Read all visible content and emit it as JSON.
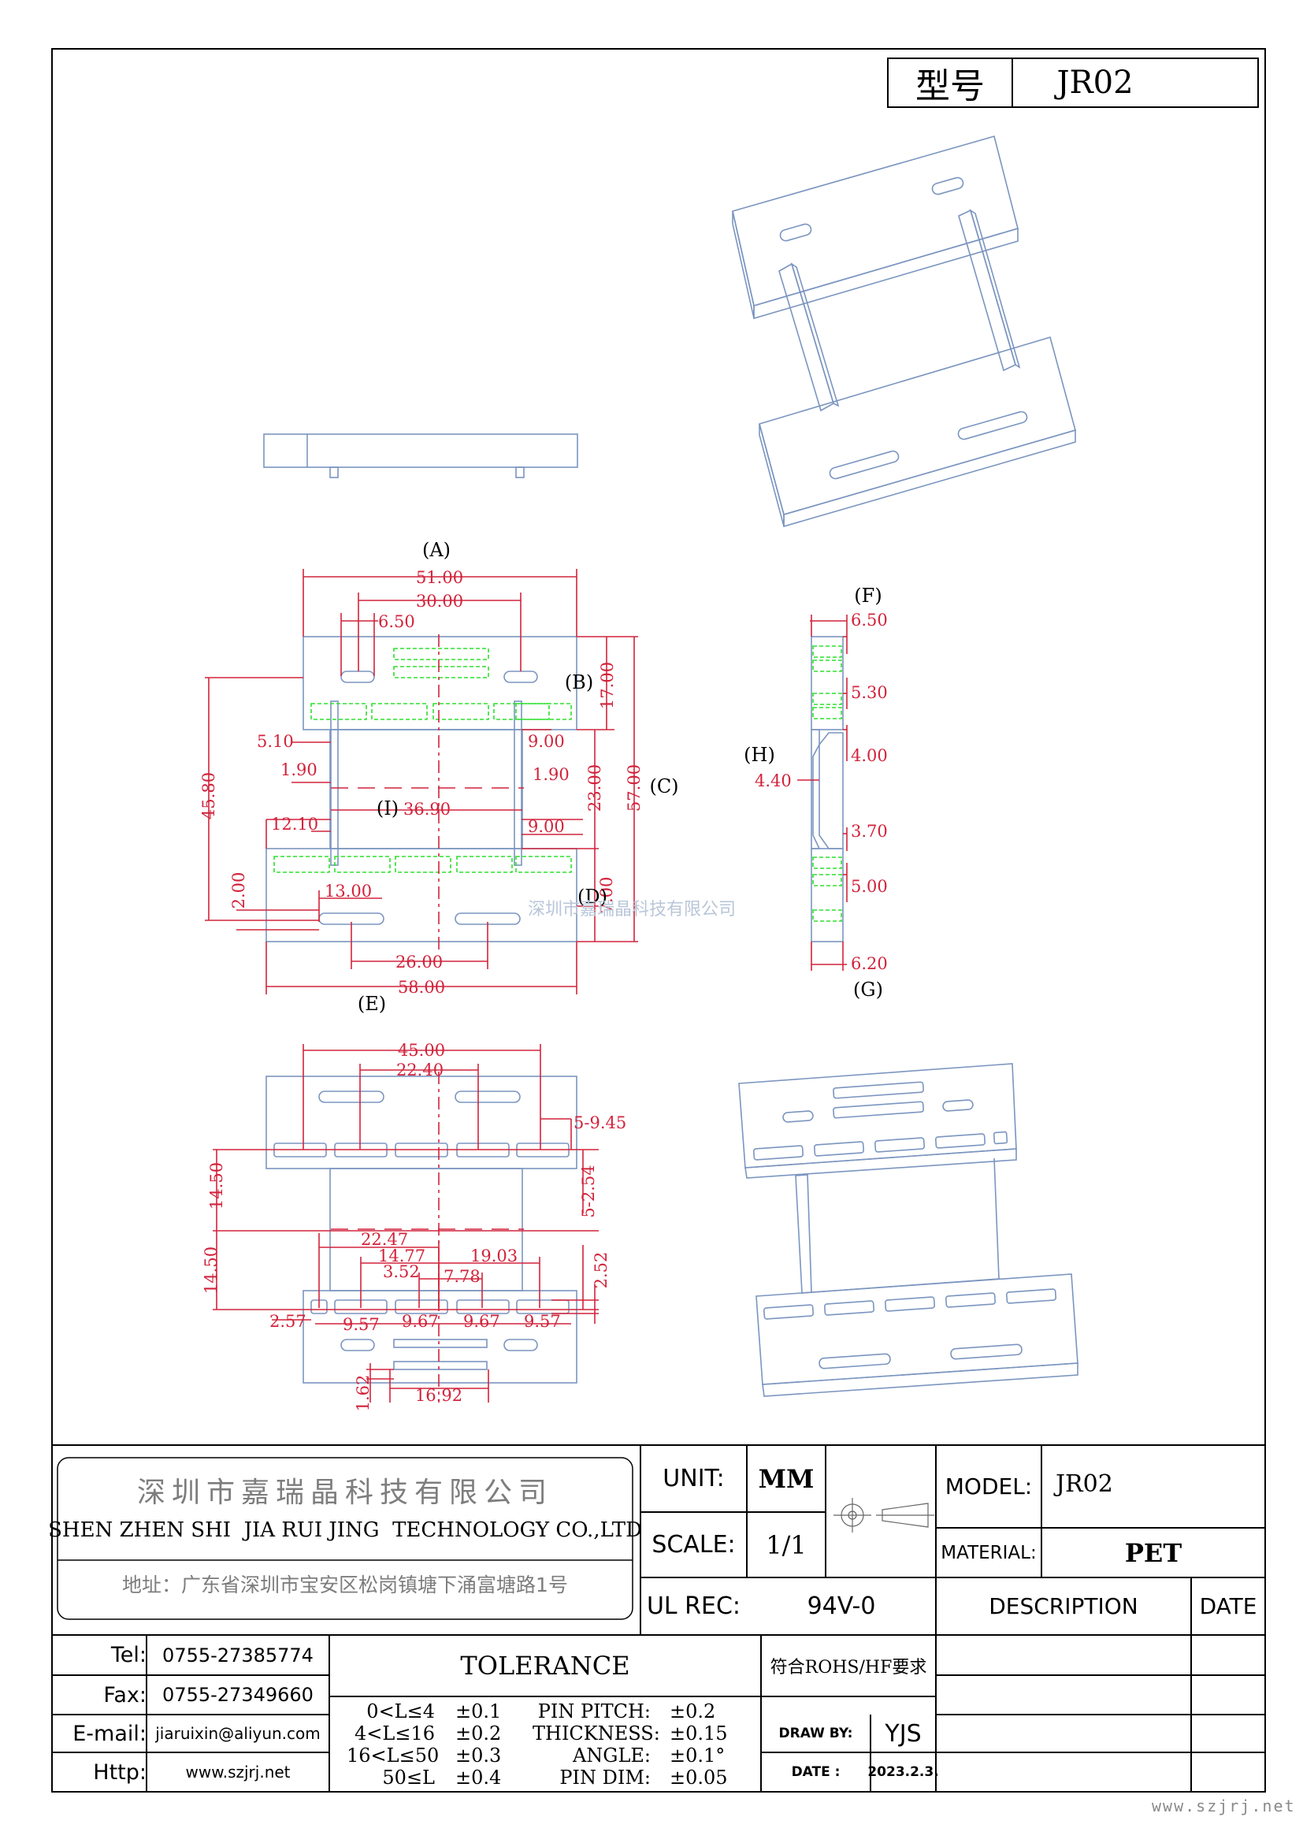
{
  "header": {
    "model_label": "型号",
    "model_value": "JR02"
  },
  "watermark": "深圳市嘉瑞晶科技有限公司",
  "corner_url": "www.szjrj.net",
  "drawing": {
    "view_labels": [
      "(A)",
      "(B)",
      "(C)",
      "(D)",
      "(E)",
      "(F)",
      "(G)",
      "(H)",
      "(I)"
    ],
    "front_dims": [
      "51.00",
      "30.00",
      "6.50",
      "17.00",
      "45.80",
      "57.00",
      "5.10",
      "9.00",
      "1.90",
      "1.90",
      "23.00",
      "36.90",
      "12.10",
      "9.00",
      "2.00",
      "7.00",
      "13.00",
      "26.00",
      "58.00"
    ],
    "side_dims": [
      "6.50",
      "5.30",
      "4.00",
      "4.40",
      "3.70",
      "5.00",
      "6.20"
    ],
    "bottom_dims": [
      "45.00",
      "22.40",
      "5-9.45",
      "14.50",
      "5-2.54",
      "14.50",
      "22.47",
      "14.77",
      "19.03",
      "3.52",
      "7.78",
      "2.52",
      "2.57",
      "9.57",
      "9.67",
      "9.67",
      "9.57",
      "1.62",
      "16.92"
    ]
  },
  "title_block": {
    "company_cn": "深圳市嘉瑞晶科技有限公司",
    "company_en": "SHEN ZHEN SHI  JIA RUI JING  TECHNOLOGY CO.,LTD",
    "address": "地址：广东省深圳市宝安区松岗镇塘下涌富塘路1号",
    "unit_label": "UNIT:",
    "unit_value": "MM",
    "scale_label": "SCALE:",
    "scale_value": "1/1",
    "ul_label": "UL REC:",
    "ul_value": "94V-0",
    "model_label": "MODEL:",
    "model_value": "JR02",
    "material_label": "MATERIAL:",
    "material_value": "PET",
    "description_label": "DESCRIPTION",
    "date_label": "DATE",
    "tel_label": "Tel:",
    "tel_value": "0755-27385774",
    "fax_label": "Fax:",
    "fax_value": "0755-27349660",
    "email_label": "E-mail:",
    "email_value": "jiaruixin@aliyun.com",
    "http_label": "Http:",
    "http_value": "www.szjrj.net",
    "tolerance_title": "TOLERANCE",
    "tolerance_rows": [
      {
        "range": "0<L≤4",
        "tol": "±0.1"
      },
      {
        "range": "4<L≤16",
        "tol": "±0.2"
      },
      {
        "range": "16<L≤50",
        "tol": "±0.3"
      },
      {
        "range": "50≤L",
        "tol": "±0.4"
      }
    ],
    "spec_rows": [
      {
        "name": "PIN PITCH:",
        "tol": "±0.2"
      },
      {
        "name": "THICKNESS:",
        "tol": "±0.15"
      },
      {
        "name": "ANGLE:",
        "tol": "±0.1°"
      },
      {
        "name": "PIN DIM:",
        "tol": "±0.05"
      }
    ],
    "rohs": "符合ROHS/HF要求",
    "draw_by_label": "DRAW BY:",
    "draw_by_value": "YJS",
    "date_row_label": "DATE :",
    "date_row_value": "2023.2.3."
  }
}
